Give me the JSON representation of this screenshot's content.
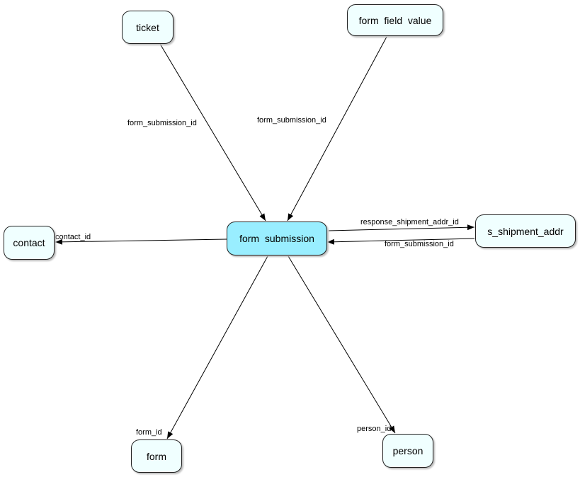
{
  "nodes": {
    "ticket": "ticket",
    "form_field_value": "form  field  value",
    "contact": "contact",
    "form_submission": "form  submission",
    "s_shipment_addr": "s_shipment_addr",
    "form": "form",
    "person": "person"
  },
  "edge_labels": {
    "ticket": "form_submission_id",
    "form_field_value": "form_submission_id",
    "contact": "contact_id",
    "to_shipment": "response_shipment_addr_id",
    "from_shipment": "form_submission_id",
    "form": "form_id",
    "person": "person_id"
  },
  "colors": {
    "central_node": "#99eeff",
    "node": "#f0ffff"
  }
}
